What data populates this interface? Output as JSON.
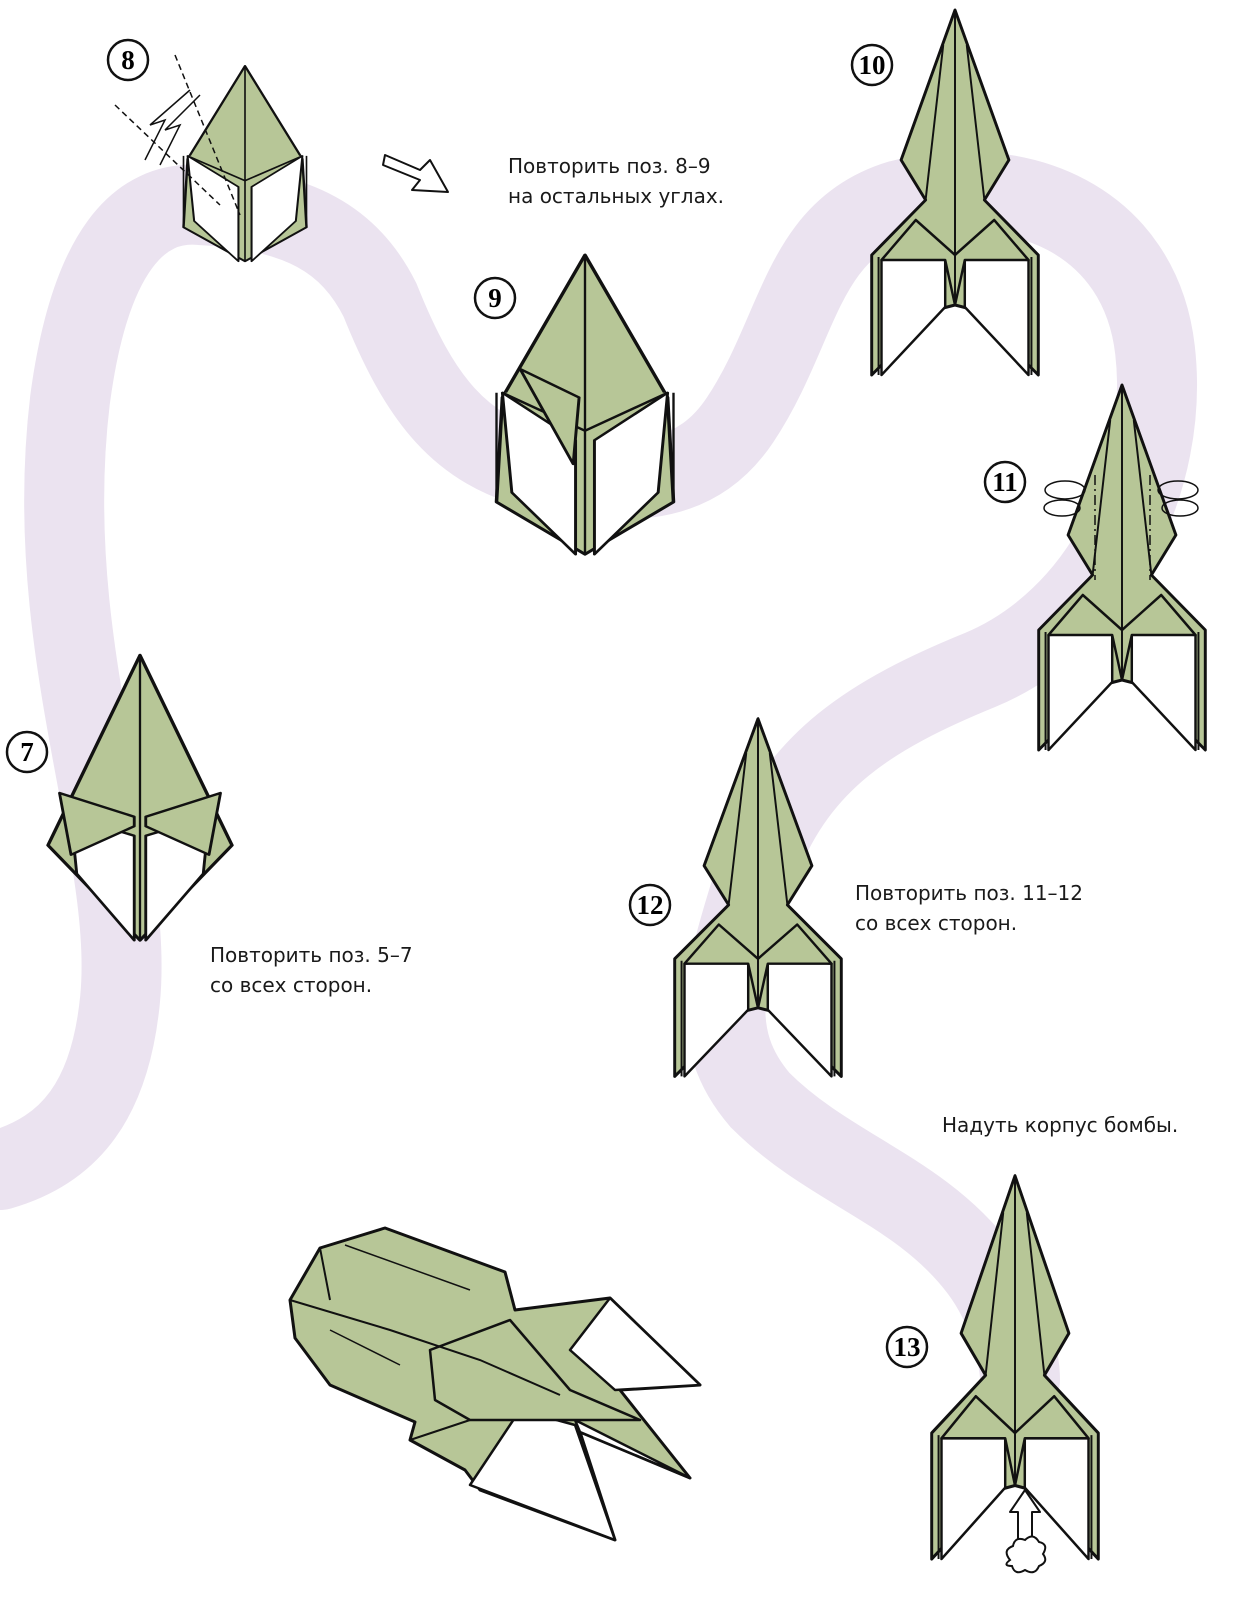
{
  "colors": {
    "paper_green": "#b7c697",
    "paper_white": "#ffffff",
    "outline": "#111111",
    "path_lavender": "#ebe3f0"
  },
  "steps": [
    {
      "id": "7",
      "label": "7"
    },
    {
      "id": "8",
      "label": "8"
    },
    {
      "id": "9",
      "label": "9"
    },
    {
      "id": "10",
      "label": "10"
    },
    {
      "id": "11",
      "label": "11"
    },
    {
      "id": "12",
      "label": "12"
    },
    {
      "id": "13",
      "label": "13"
    }
  ],
  "captions": {
    "repeat_8_9": "Повторить поз. 8–9\nна остальных углах.",
    "repeat_5_7": "Повторить поз. 5–7\nсо всех сторон.",
    "repeat_11_12": "Повторить поз. 11–12\nсо всех сторон.",
    "inflate": "Надуть корпус бомбы."
  }
}
